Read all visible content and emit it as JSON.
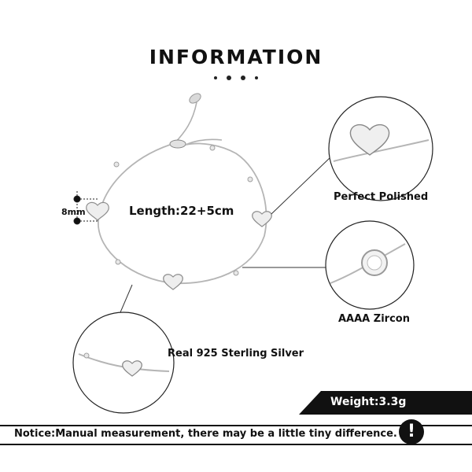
{
  "header": {
    "title": "INFORMATION"
  },
  "specs": {
    "length": "Length:22+5cm",
    "size": "8mm",
    "finish": "Perfect  Polished",
    "stone": "AAAA Zircon",
    "material": "Real 925  Sterling  Silver",
    "weight": "Weight:3.3g"
  },
  "notice": {
    "text": "Notice:Manual measurement, there may be a little tiny difference.",
    "icon": "exclamation-icon"
  },
  "colors": {
    "ink": "#111111",
    "silver": "#b8b8b8",
    "background": "#ffffff"
  }
}
